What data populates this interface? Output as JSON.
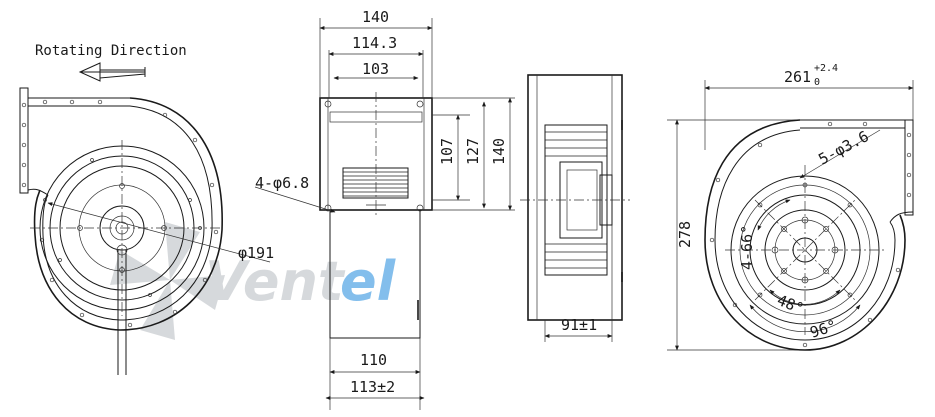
{
  "labels": {
    "rotating_direction": "Rotating Direction",
    "holes_left": "4-φ6.8",
    "diameter_left": "φ191",
    "holes_right_top": "5-φ3.6",
    "angle_66": "4-66°",
    "angle_48": "48°",
    "angle_96": "96°"
  },
  "dimensions": {
    "width_140": "140",
    "width_1143": "114.3",
    "width_103": "103",
    "height_107": "107",
    "height_127": "127",
    "height_140": "140",
    "width_110": "110",
    "width_113": "113±2",
    "depth_91": "91±1",
    "width_261": "261",
    "width_261_tol_upper": "+2.4",
    "width_261_tol_lower": "0",
    "height_278": "278"
  },
  "watermark": {
    "text_dark": "Vent",
    "text_light": "el",
    "color_dark": "#9aa0a6",
    "color_light": "#5aa9e6"
  },
  "colors": {
    "line": "#1a1a1a",
    "background": "#ffffff"
  }
}
